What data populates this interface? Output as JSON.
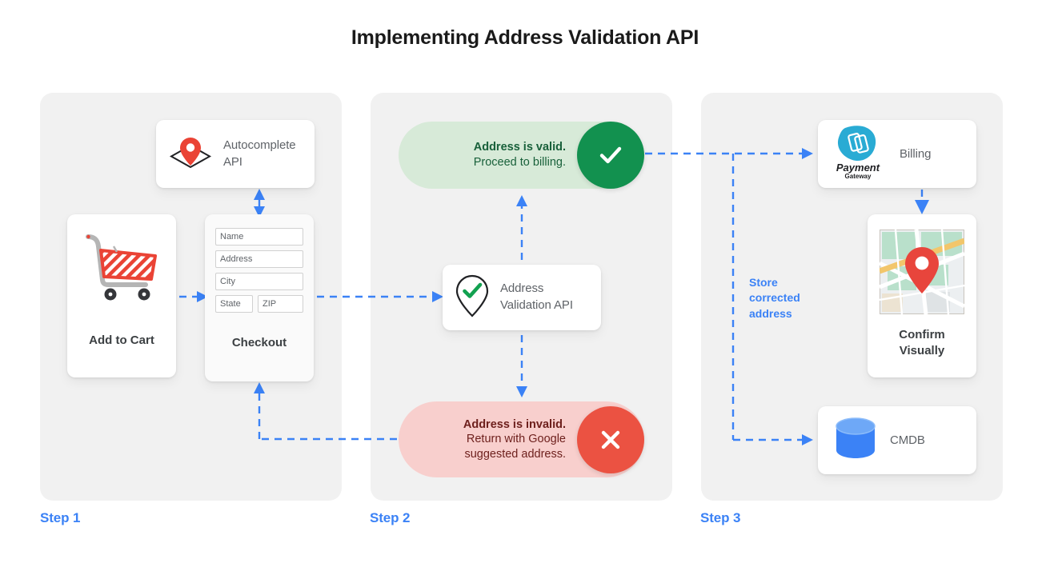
{
  "page": {
    "title": "Implementing Address Validation API",
    "accent_blue": "#3b82f6",
    "panel_bg": "#f1f1f1",
    "canvas_bg": "#ffffff"
  },
  "steps": [
    {
      "label": "Step 1"
    },
    {
      "label": "Step 2"
    },
    {
      "label": "Step 3"
    }
  ],
  "step1": {
    "autocomplete": {
      "label_line1": "Autocomplete",
      "label_line2": "API",
      "icon": "map-pin-diamond-icon"
    },
    "add_to_cart": {
      "label": "Add to Cart",
      "icon": "shopping-cart-icon"
    },
    "checkout": {
      "label": "Checkout",
      "fields": [
        {
          "name": "name-field",
          "placeholder": "Name"
        },
        {
          "name": "address-field",
          "placeholder": "Address"
        },
        {
          "name": "city-field",
          "placeholder": "City"
        },
        {
          "name": "state-field",
          "placeholder": "State"
        },
        {
          "name": "zip-field",
          "placeholder": "ZIP"
        }
      ]
    }
  },
  "step2": {
    "valid": {
      "title": "Address is valid.",
      "subtitle": "Proceed to billing.",
      "icon": "check-icon",
      "badge_color": "#12914f",
      "pill_color": "#d7ead8"
    },
    "invalid": {
      "title": "Address is invalid.",
      "subtitle_line1": "Return with Google",
      "subtitle_line2": "suggested address.",
      "icon": "close-icon",
      "badge_color": "#eb5242",
      "pill_color": "#f8cfcd"
    },
    "validation_api": {
      "label_line1": "Address",
      "label_line2": "Validation API",
      "icon": "pin-check-icon"
    }
  },
  "step3": {
    "billing": {
      "label": "Billing",
      "icon": "payment-gateway-logo",
      "logo_text_line1": "Payment",
      "logo_text_line2": "Gateway"
    },
    "confirm": {
      "label_line1": "Confirm",
      "label_line2": "Visually",
      "icon": "map-thumbnail-icon"
    },
    "cmdb": {
      "label": "CMDB",
      "icon": "database-cylinder-icon"
    },
    "store_note": {
      "line1": "Store",
      "line2": "corrected",
      "line3": "address"
    }
  }
}
